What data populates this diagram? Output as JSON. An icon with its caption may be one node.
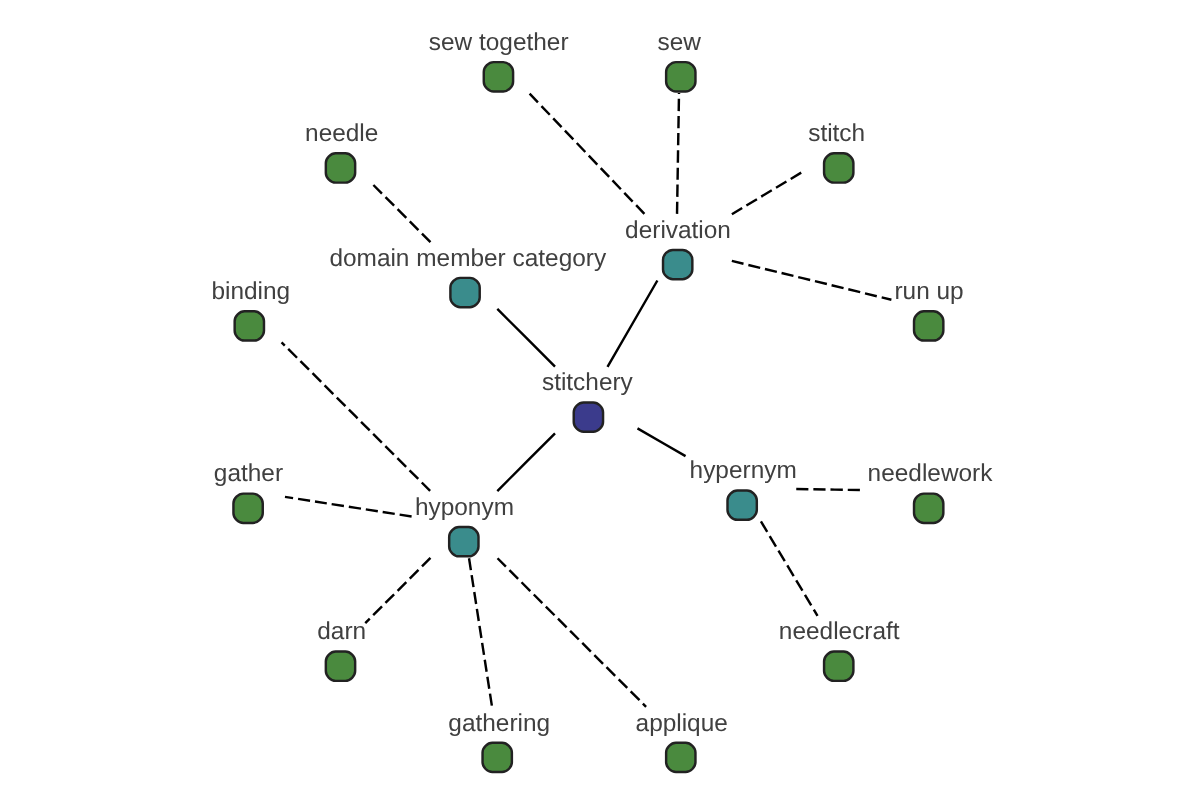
{
  "diagram": {
    "nodes": [
      {
        "text": [
          "stitchery"
        ]
      },
      {
        "text": [
          "derivation"
        ]
      },
      {
        "text": [
          "domain member category"
        ]
      },
      {
        "text": [
          "hyponym"
        ]
      },
      {
        "text": [
          "hypernym"
        ]
      },
      {
        "text": [
          "run up"
        ]
      },
      {
        "text": [
          "stitch"
        ]
      },
      {
        "text": [
          "sew"
        ]
      },
      {
        "text": [
          "sew together"
        ]
      },
      {
        "text": [
          "needle"
        ]
      },
      {
        "text": [
          "binding"
        ]
      },
      {
        "text": [
          "gather"
        ]
      },
      {
        "text": [
          "darn"
        ]
      },
      {
        "text": [
          "gathering"
        ]
      },
      {
        "text": [
          "applique"
        ]
      },
      {
        "text": [
          "needlecraft"
        ]
      },
      {
        "text": [
          "needlework"
        ]
      }
    ],
    "edges": [
      {
        "from": 0,
        "to": 1,
        "arrow": "none"
      },
      {
        "from": 0,
        "to": 2,
        "arrow": "none"
      },
      {
        "from": 0,
        "to": 3,
        "arrow": "none"
      },
      {
        "from": 0,
        "to": 4,
        "arrow": "none"
      },
      {
        "from": 1,
        "to": 5,
        "arrow": "none",
        "style": "dashed"
      },
      {
        "from": 1,
        "to": 6,
        "arrow": "none",
        "style": "dashed"
      },
      {
        "from": 1,
        "to": 7,
        "arrow": "none",
        "style": "dashed"
      },
      {
        "from": 1,
        "to": 8,
        "arrow": "none",
        "style": "dashed"
      },
      {
        "from": 2,
        "to": 9,
        "arrow": "none",
        "style": "dashed"
      },
      {
        "from": 3,
        "to": 10,
        "arrow": "none",
        "style": "dashed"
      },
      {
        "from": 3,
        "to": 11,
        "arrow": "none",
        "style": "dashed"
      },
      {
        "from": 3,
        "to": 12,
        "arrow": "none",
        "style": "dashed"
      },
      {
        "from": 3,
        "to": 13,
        "arrow": "none",
        "style": "dashed"
      },
      {
        "from": 3,
        "to": 14,
        "arrow": "none",
        "style": "dashed"
      },
      {
        "from": 4,
        "to": 15,
        "arrow": "none",
        "style": "dashed"
      },
      {
        "from": 4,
        "to": 16,
        "arrow": "none",
        "style": "dashed"
      }
    ]
  }
}
